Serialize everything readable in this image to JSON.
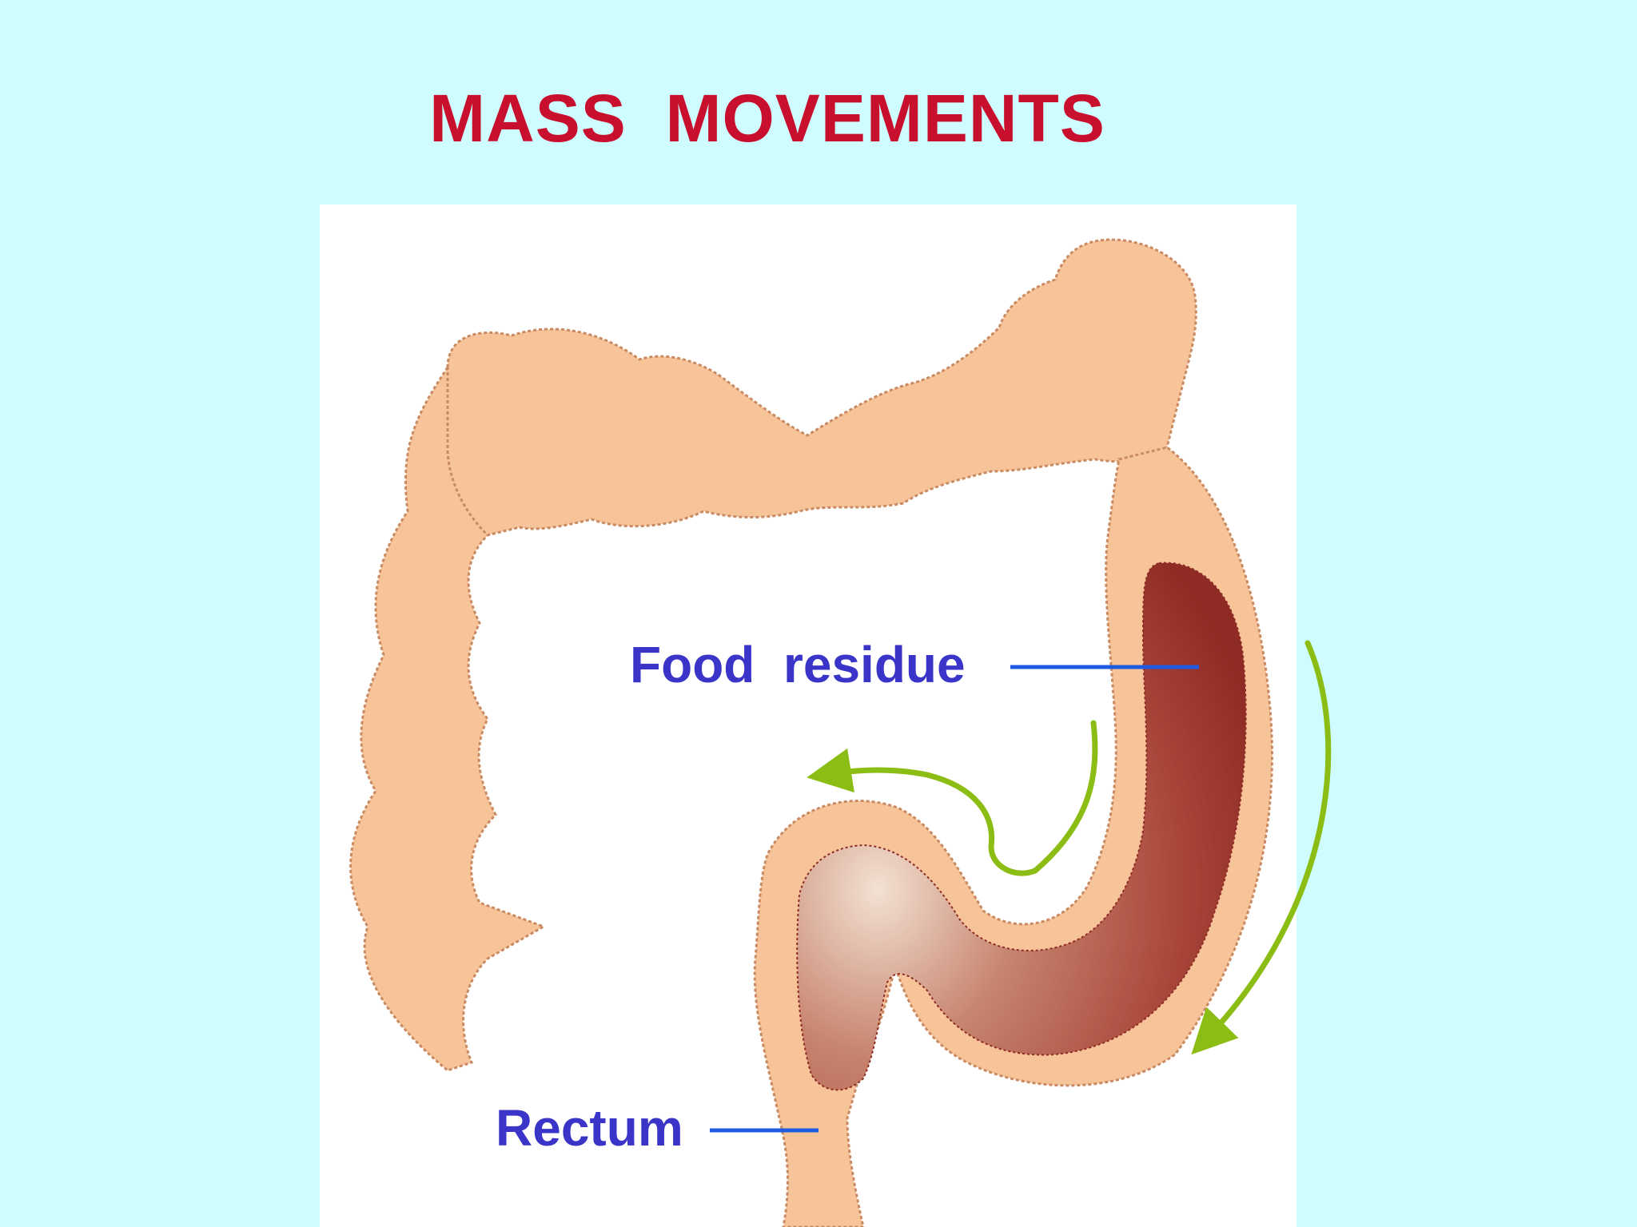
{
  "slide": {
    "title": "MASS  MOVEMENTS"
  },
  "labels": {
    "food_residue": "Food  residue",
    "rectum": "Rectum"
  },
  "colors": {
    "background": "#cffdff",
    "title": "#c8102e",
    "label_text": "#3a34c8",
    "leader_line": "#1f5be0",
    "colon_wall": "#f7c49a",
    "colon_outline": "#c98a62",
    "food_residue": "#a83a30",
    "arrow": "#8bbd14"
  }
}
